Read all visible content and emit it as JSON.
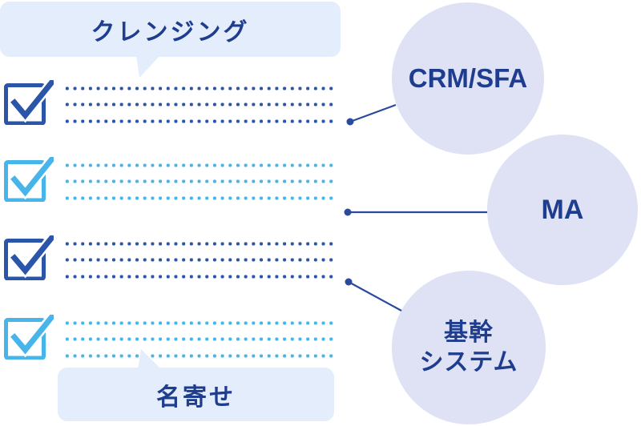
{
  "speech_bubbles": {
    "top_label": "クレンジング",
    "bottom_label": "名寄せ"
  },
  "checklist": {
    "items": [
      {
        "variant": "dark-blue",
        "checked": true,
        "placeholder_lines": 3
      },
      {
        "variant": "light-blue",
        "checked": true,
        "placeholder_lines": 3
      },
      {
        "variant": "dark-blue",
        "checked": true,
        "placeholder_lines": 3
      },
      {
        "variant": "light-blue",
        "checked": true,
        "placeholder_lines": 3
      }
    ]
  },
  "systems": [
    {
      "id": "crm-sfa",
      "label": "CRM/SFA"
    },
    {
      "id": "ma",
      "label": "MA"
    },
    {
      "id": "core-system",
      "lines": [
        "基幹",
        "システム"
      ]
    }
  ],
  "connectors": [
    {
      "from": "checklist-item-1",
      "to": "crm-sfa"
    },
    {
      "from": "checklist-item-2",
      "to": "ma"
    },
    {
      "from": "checklist-item-3",
      "to": "core-system"
    }
  ],
  "icons": [
    "checkbox-checked-icon"
  ],
  "colors": {
    "dark_blue": "#2B55A8",
    "light_blue": "#47B4EA",
    "navy": "#1E3D8F",
    "bubble_bg": "#E4EDFB",
    "circle_bg": "#DEE2F4",
    "connector": "#2A4A9E"
  }
}
